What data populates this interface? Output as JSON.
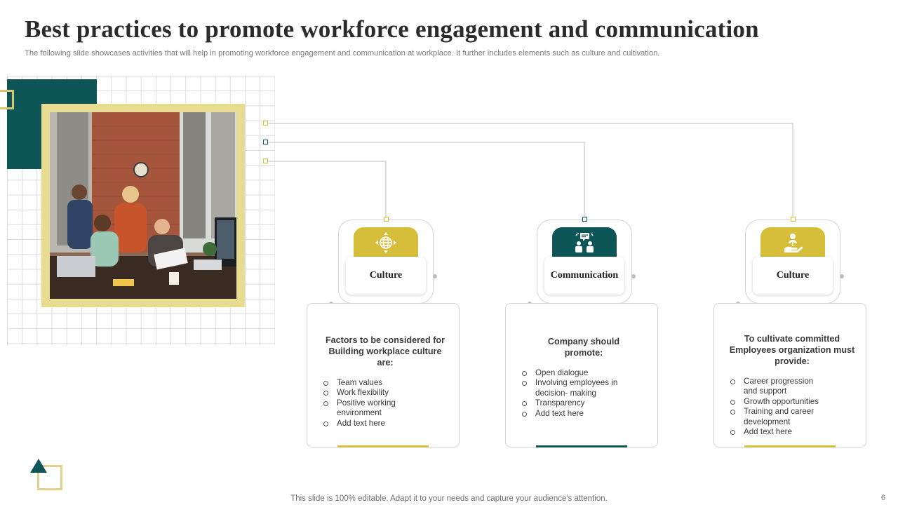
{
  "header": {
    "title": "Best practices to promote workforce engagement and communication",
    "subtitle": "The following slide showcases activities that will help in promoting workforce engagement and communication at workplace. It further includes elements such as culture and cultivation."
  },
  "colors": {
    "teal": "#0e5557",
    "gold": "#d6bd3a",
    "light_gold": "#e8dc90"
  },
  "columns": [
    {
      "label": "Culture",
      "icon": "globe-gear-icon",
      "heading": "Factors to be considered for Building workplace culture are:",
      "items": [
        "Team values",
        "Work flexibility",
        "Positive working environment",
        "Add text here"
      ]
    },
    {
      "label": "Communication",
      "icon": "team-discussion-icon",
      "heading": "Company should promote:",
      "items": [
        "Open dialogue",
        "Involving employees in decision- making",
        "Transparency",
        "Add text here"
      ]
    },
    {
      "label": "Culture",
      "icon": "plant-in-hand-icon",
      "heading": "To cultivate committed Employees organization must provide:",
      "items": [
        "Career progression and support",
        "Growth opportunities",
        "Training and career development",
        "Add text here"
      ]
    }
  ],
  "footer": {
    "note": "This slide is 100% editable. Adapt it to your needs and capture your audience's attention.",
    "page": "6"
  }
}
